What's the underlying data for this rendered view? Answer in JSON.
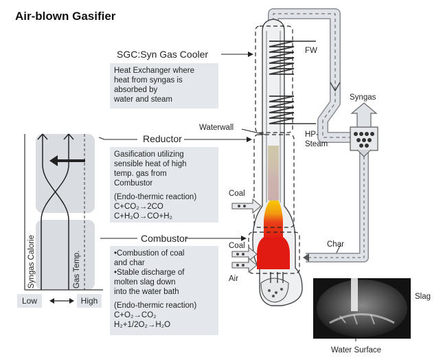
{
  "title": "Air-blown Gasifier",
  "sgc": {
    "heading": "SGC:Syn Gas Cooler",
    "lines": [
      "Heat Exchanger where",
      "heat from syngas is",
      "absorbed by",
      "water and steam"
    ]
  },
  "reductor": {
    "heading": "Reductor",
    "lines": [
      "Gasification utilizing",
      "sensible heat of high",
      "temp. gas from",
      "Combustor"
    ],
    "reaction_title": "(Endo-thermic reaction)",
    "reactions": [
      "C+CO₂→2CO",
      "C+H₂O→CO+H₂"
    ]
  },
  "combustor": {
    "heading": "Combustor",
    "lines": [
      "•Combustion of coal",
      " and char",
      "•Stable discharge of",
      " molten slag down",
      " into the water bath"
    ],
    "reaction_title": "(Endo-thermic reaction)",
    "reactions": [
      "C+O₂→CO₂",
      "H₂+1/2O₂→H₂O"
    ]
  },
  "labels": {
    "fw": "FW",
    "syngas": "Syngas",
    "waterwall": "Waterwall",
    "hp_steam_1": "HP-",
    "hp_steam_2": "Steam",
    "coal_upper": "Coal",
    "coal_lower": "Coal",
    "air": "Air",
    "char": "Char",
    "slag": "Slag",
    "water_surface": "Water Surface"
  },
  "graph": {
    "y_label_1": "Syngas Calorie",
    "y_label_2": "Gas Temp.",
    "x_low": "Low",
    "x_high": "High"
  },
  "colors": {
    "panel": "#e4e8ec",
    "pipe": "#d7dbe0",
    "flame_yellow": "#f5c400",
    "flame_red": "#e02010"
  }
}
